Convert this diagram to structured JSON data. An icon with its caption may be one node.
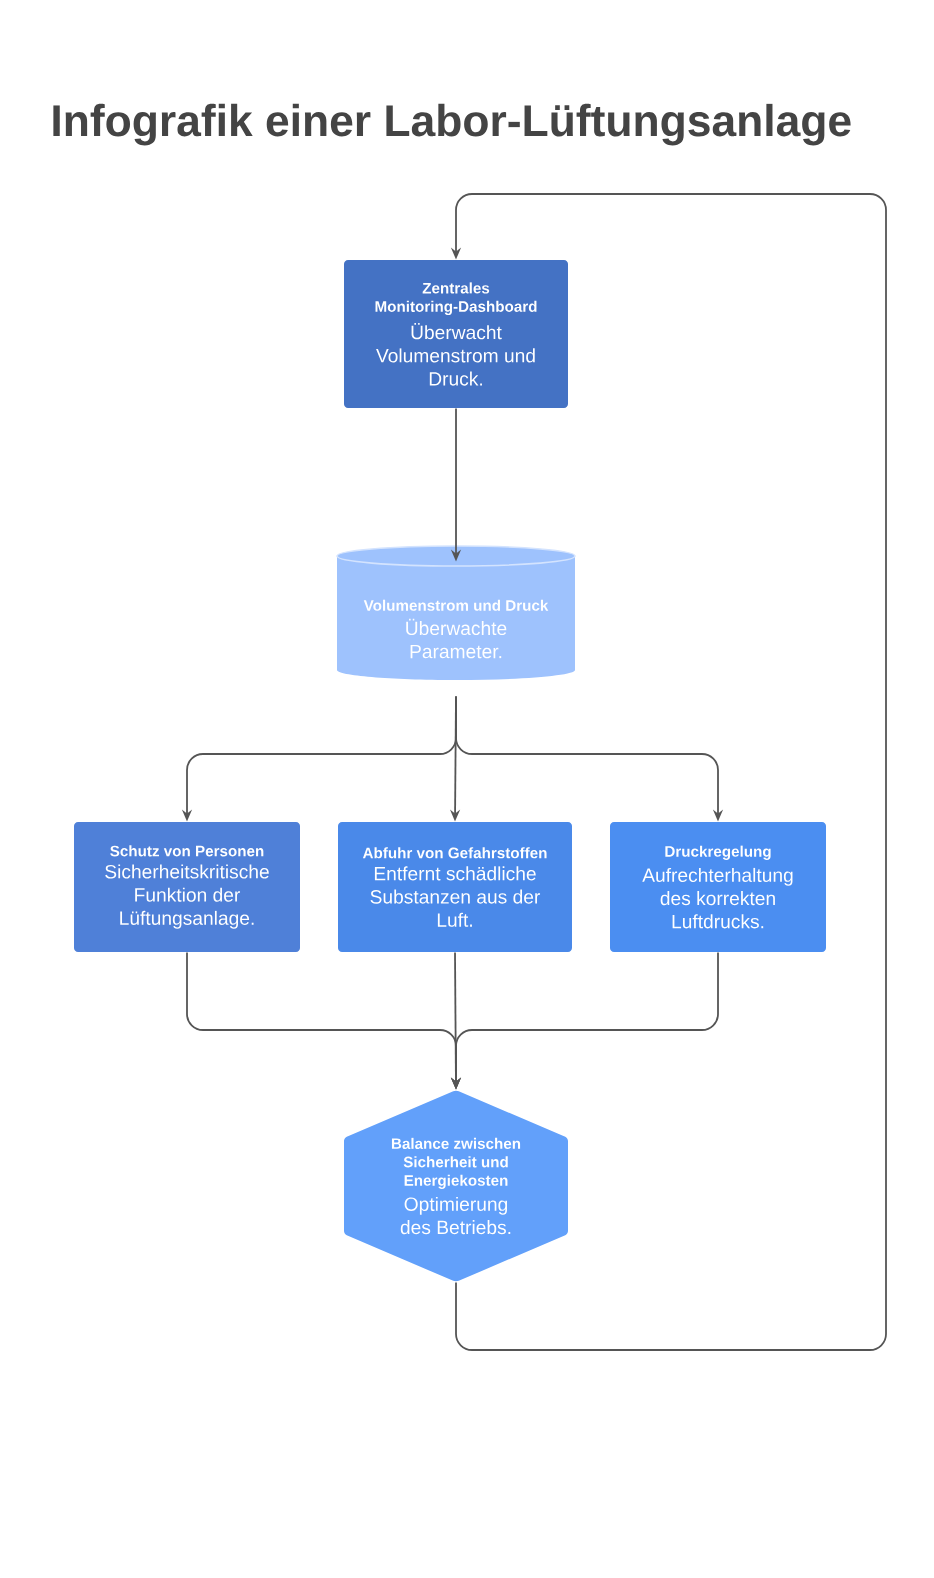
{
  "diagram": {
    "title": "Infografik einer Labor-Lüftungsanlage",
    "nodes": [
      {
        "text": [
          "Zentrales Monitoring-Dashboard",
          "Überwacht Volumenstrom und Druck."
        ]
      },
      {
        "text": [
          "Volumenstrom und Druck",
          "Überwachte Parameter."
        ]
      },
      {
        "text": [
          "Schutz von Personen",
          "Sicherheitskritische Funktion der Lüftungsanlage."
        ]
      },
      {
        "text": [
          "Abfuhr von Gefahrstoffen",
          "Entfernt schädliche Substanzen aus der Luft."
        ]
      },
      {
        "text": [
          "Druckregelung",
          "Aufrechterhaltung des korrekten Luftdrucks."
        ]
      },
      {
        "text": [
          "Balance zwischen Sicherheit und Energiekosten",
          "Optimierung des Betriebs."
        ]
      }
    ],
    "edges": [
      {
        "from": 0,
        "to": 1,
        "arrow": "to"
      },
      {
        "from": 1,
        "to": 2,
        "arrow": "to"
      },
      {
        "from": 1,
        "to": 3,
        "arrow": "to"
      },
      {
        "from": 1,
        "to": 4,
        "arrow": "to"
      },
      {
        "from": 2,
        "to": 5,
        "arrow": "to"
      },
      {
        "from": 3,
        "to": 5,
        "arrow": "to"
      },
      {
        "from": 4,
        "to": 5,
        "arrow": "to"
      },
      {
        "from": 5,
        "to": 0,
        "arrow": "to"
      }
    ]
  }
}
